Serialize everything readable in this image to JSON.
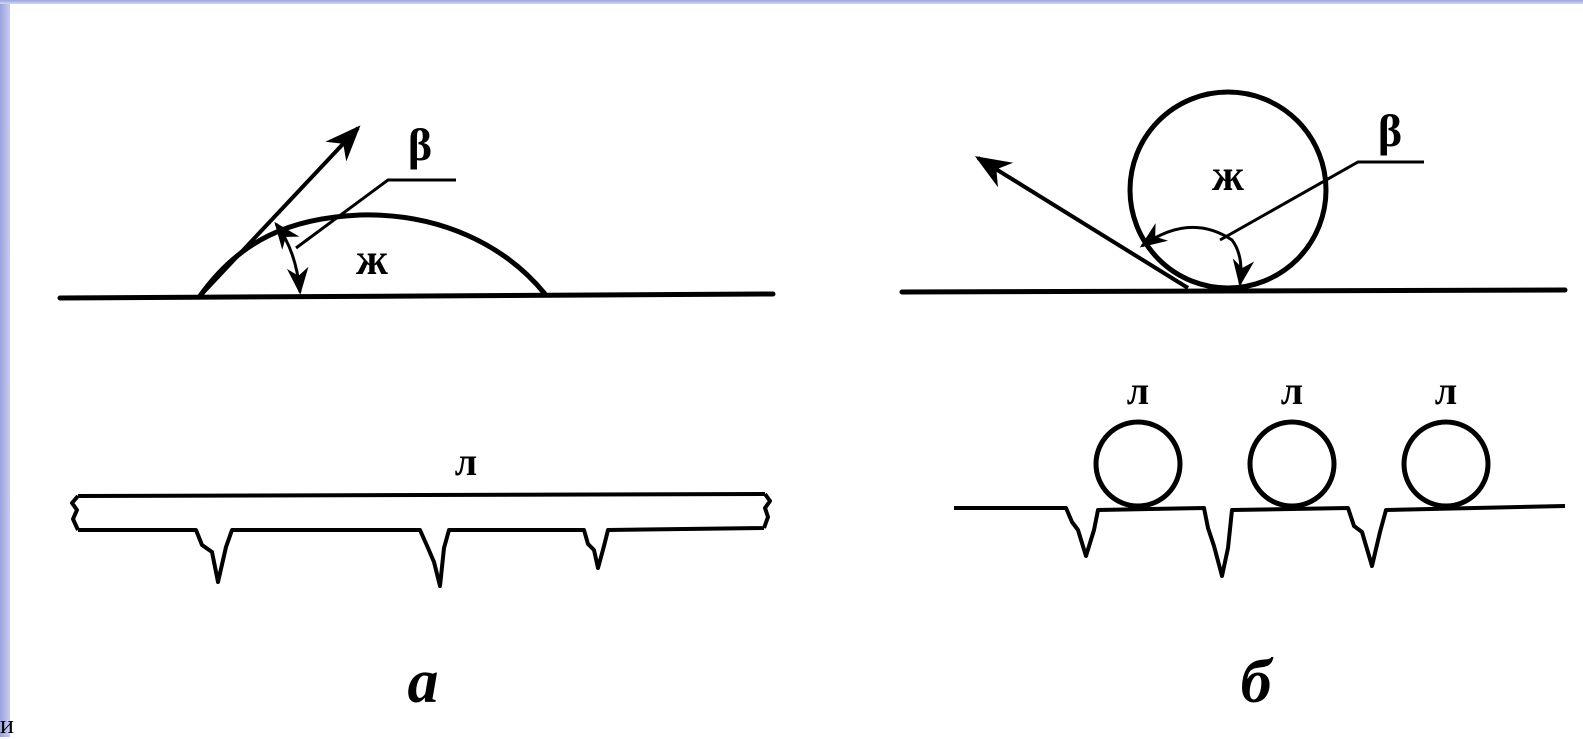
{
  "panel_a": {
    "label": "а",
    "liquid_label": "ж",
    "angle_label": "β",
    "surface_label": "л"
  },
  "panel_b": {
    "label": "б",
    "liquid_label": "ж",
    "angle_label": "β",
    "surface_labels": [
      "л",
      "л",
      "л"
    ]
  },
  "corner_text": "и",
  "colors": {
    "ink": "#000000",
    "frame_accent": "#9aa3dc",
    "background": "#ffffff"
  }
}
